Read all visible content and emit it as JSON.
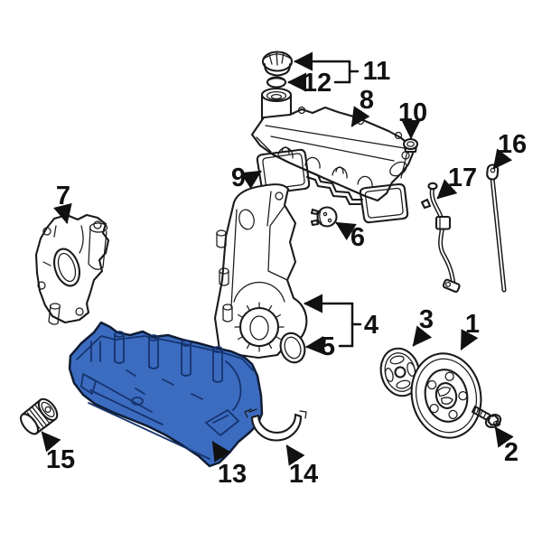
{
  "diagram": {
    "background": "#ffffff",
    "line_color": "#1a1a1a",
    "highlight": {
      "fill": "#3c6cc0",
      "line": "#16336e",
      "highlighted_callout": "13"
    },
    "callouts": [
      {
        "label": "1"
      },
      {
        "label": "2"
      },
      {
        "label": "3"
      },
      {
        "label": "4"
      },
      {
        "label": "5"
      },
      {
        "label": "6"
      },
      {
        "label": "7"
      },
      {
        "label": "8"
      },
      {
        "label": "9"
      },
      {
        "label": "10"
      },
      {
        "label": "11"
      },
      {
        "label": "12"
      },
      {
        "label": "13"
      },
      {
        "label": "14"
      },
      {
        "label": "15"
      },
      {
        "label": "16"
      },
      {
        "label": "17"
      }
    ]
  }
}
